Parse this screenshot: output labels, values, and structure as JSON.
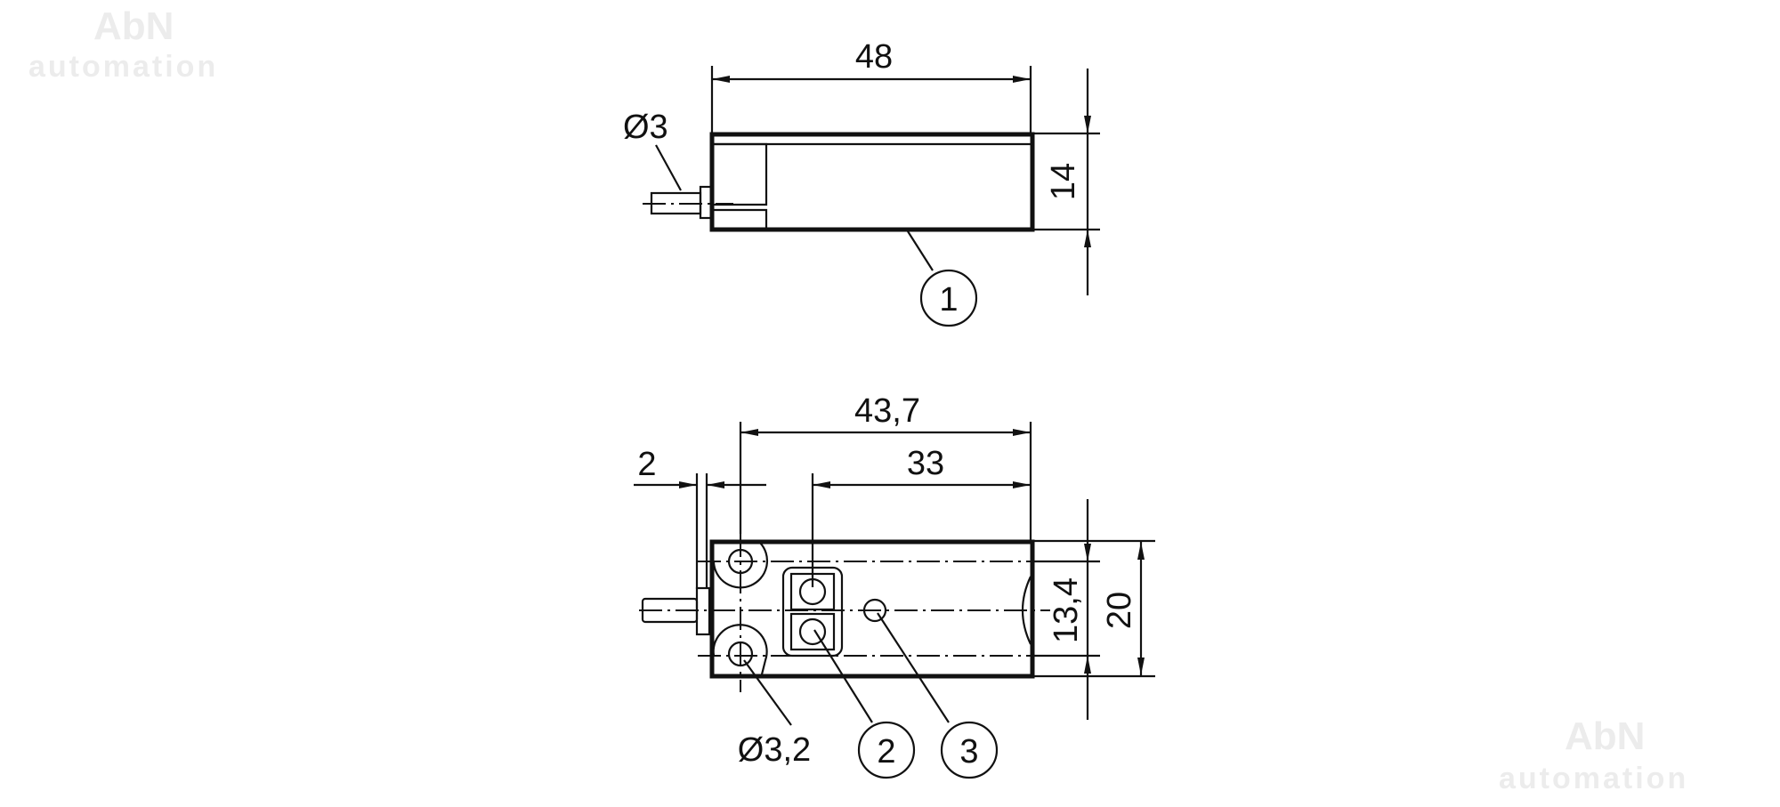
{
  "watermark": {
    "line1": "AbN",
    "line2": "automation"
  },
  "top_view": {
    "width_dim": "48",
    "height_dim": "14",
    "cable_diameter": "Ø3",
    "callout_1": "1"
  },
  "bottom_view": {
    "overall_dim": "43,7",
    "led_dim": "33",
    "flange_dim": "2",
    "hole_spacing_dim": "13,4",
    "height_dim": "20",
    "hole_diameter": "Ø3,2",
    "callout_2": "2",
    "callout_3": "3"
  }
}
